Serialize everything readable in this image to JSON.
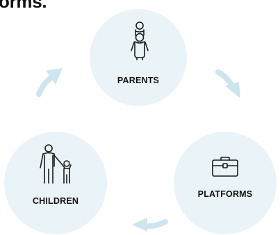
{
  "heading": {
    "fragment": "orms."
  },
  "nodes": [
    {
      "label": "PARENTS",
      "icon": "parent-carrying-child-icon"
    },
    {
      "label": "PLATFORMS",
      "icon": "briefcase-icon"
    },
    {
      "label": "CHILDREN",
      "icon": "adult-holding-child-hand-icon"
    }
  ],
  "colors": {
    "circle_fill": "#eaf4f8",
    "arrow": "#cfe5ee",
    "icon_stroke": "#1a1a1a",
    "text": "#111111"
  }
}
